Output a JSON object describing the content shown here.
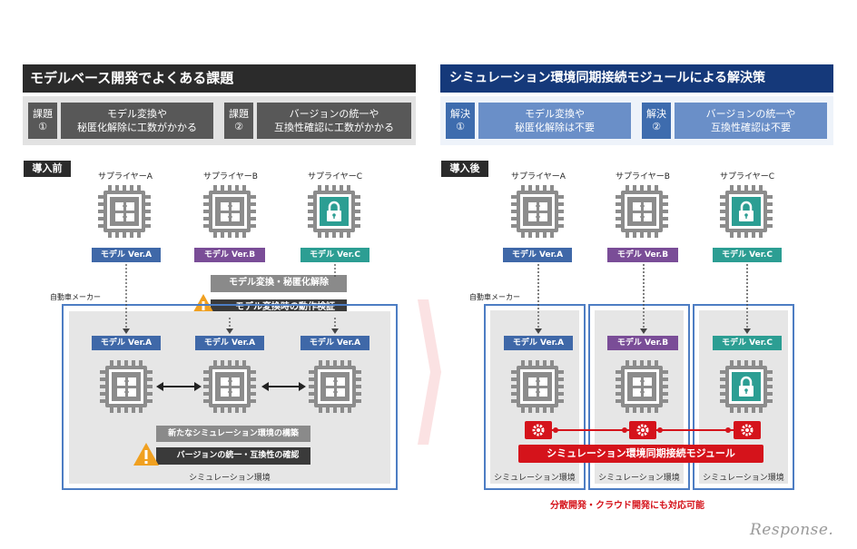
{
  "left": {
    "title": "モデルベース開発でよくある課題",
    "issues": [
      {
        "tag_line1": "課題",
        "tag_line2": "①",
        "desc_line1": "モデル変換や",
        "desc_line2": "秘匿化解除に工数がかかる"
      },
      {
        "tag_line1": "課題",
        "tag_line2": "②",
        "desc_line1": "バージョンの統一や",
        "desc_line2": "互換性確認に工数がかかる"
      }
    ],
    "phase": "導入前",
    "suppliers": [
      "サプライヤーA",
      "サプライヤーB",
      "サプライヤーC"
    ],
    "supplier_models": [
      "モデル Ver.A",
      "モデル Ver.B",
      "モデル Ver.C"
    ],
    "conversion_bar": "モデル変換・秘匿化解除",
    "conversion_warning": "モデル変換時の動作検証",
    "maker": "自動車メーカー",
    "maker_models": [
      "モデル Ver.A",
      "モデル Ver.A",
      "モデル Ver.A"
    ],
    "new_env_bar": "新たなシミュレーション環境の構築",
    "version_warning": "バージョンの統一・互換性の確認",
    "env_label": "シミュレーション環境"
  },
  "right": {
    "title": "シミュレーション環境同期接続モジュールによる解決策",
    "solutions": [
      {
        "tag_line1": "解決",
        "tag_line2": "①",
        "desc_line1": "モデル変換や",
        "desc_line2": "秘匿化解除は不要"
      },
      {
        "tag_line1": "解決",
        "tag_line2": "②",
        "desc_line1": "バージョンの統一や",
        "desc_line2": "互換性確認は不要"
      }
    ],
    "phase": "導入後",
    "suppliers": [
      "サプライヤーA",
      "サプライヤーB",
      "サプライヤーC"
    ],
    "supplier_models": [
      "モデル Ver.A",
      "モデル Ver.B",
      "モデル Ver.C"
    ],
    "maker": "自動車メーカー",
    "maker_models": [
      "モデル Ver.A",
      "モデル Ver.B",
      "モデル Ver.C"
    ],
    "module_bar": "シミュレーション環境同期接続モジュール",
    "env_labels": [
      "シミュレーション環境",
      "シミュレーション環境",
      "シミュレーション環境"
    ],
    "note": "分散開発・クラウド開発にも対応可能"
  },
  "watermark": "Response.",
  "colors": {
    "dark_title": "#2b2b2b",
    "navy_title": "#15397a",
    "model_blue": "#3f68a8",
    "model_purple": "#7a4d97",
    "model_teal": "#2c9e93",
    "accent_red": "#d5131b",
    "warning_orange": "#f0a020"
  },
  "icons": [
    "chip-icon",
    "lock-icon",
    "warning-icon",
    "gear-icon",
    "arrow-right-icon"
  ]
}
